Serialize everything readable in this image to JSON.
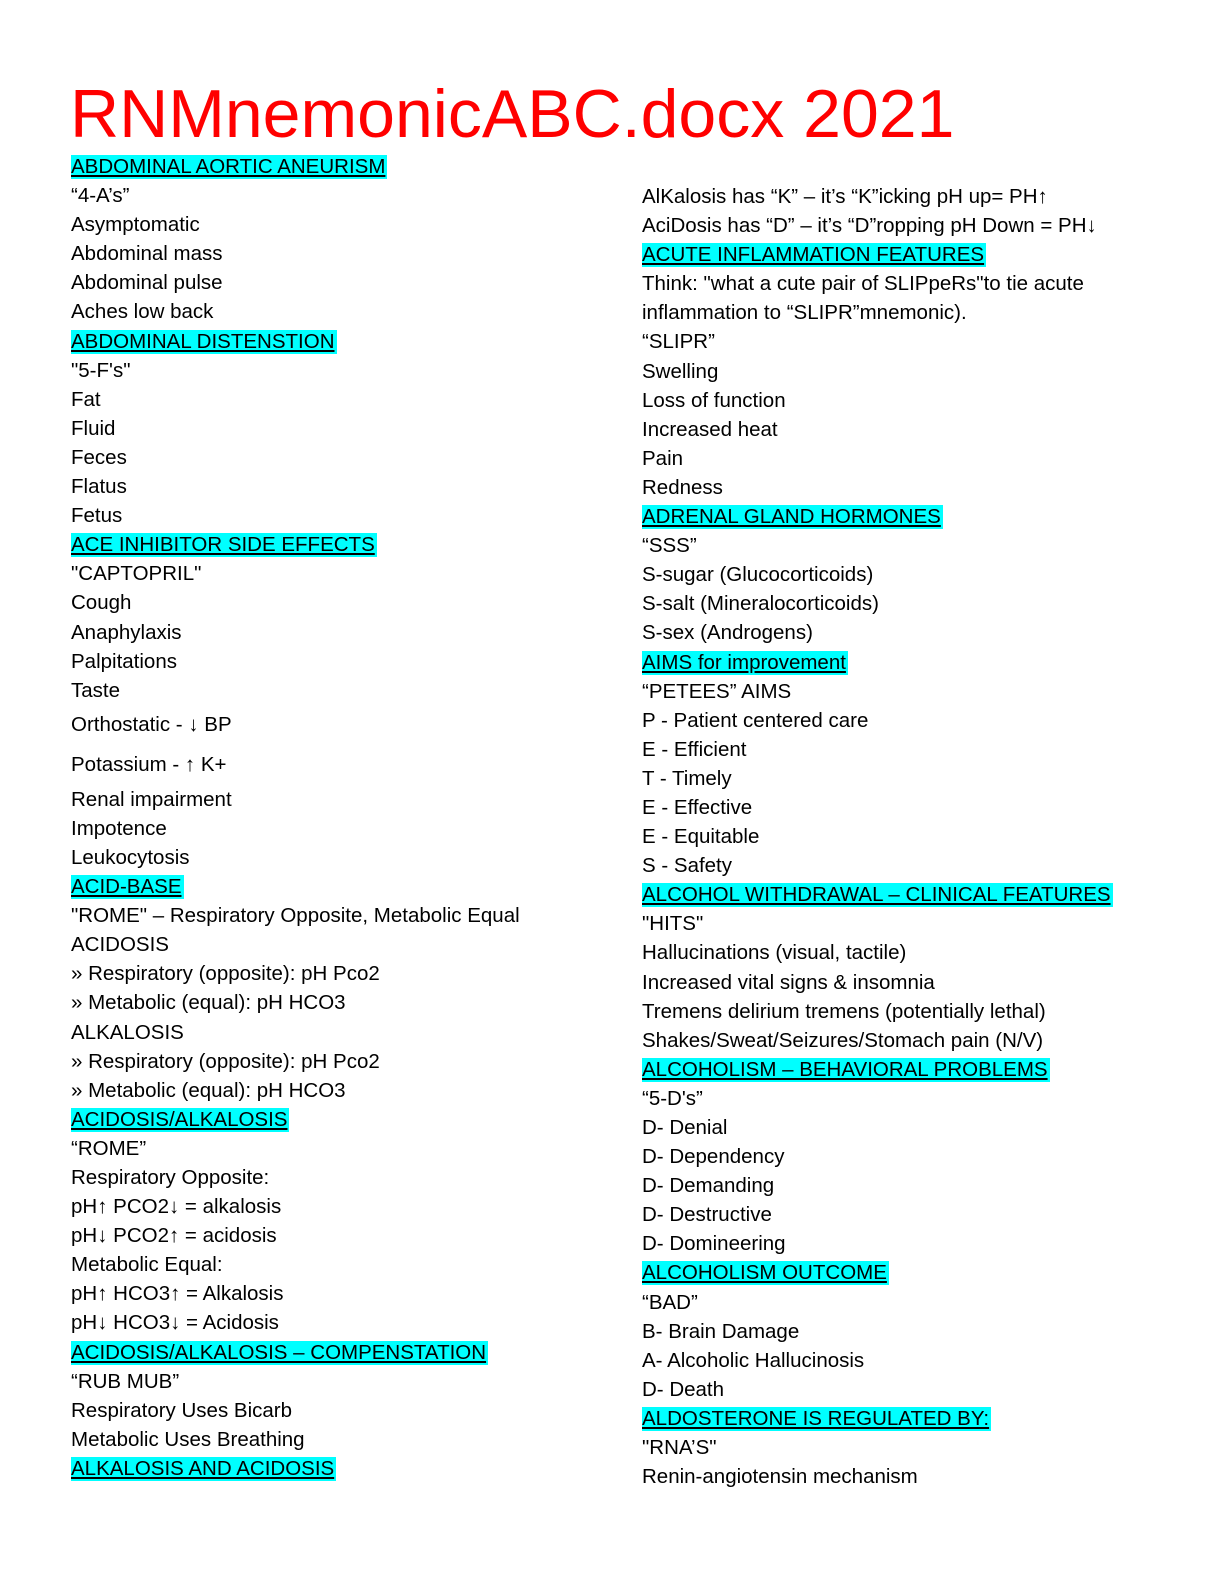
{
  "title": "RNMnemonicABC.docx 2021",
  "colors": {
    "title": "#ff0000",
    "heading_highlight": "#00ffff"
  },
  "left_column": [
    {
      "text": "ABDOMINAL AORTIC ANEURISM",
      "heading": true
    },
    {
      "text": "“4-A’s”"
    },
    {
      "text": "Asymptomatic"
    },
    {
      "text": "Abdominal mass"
    },
    {
      "text": "Abdominal pulse"
    },
    {
      "text": "Aches low back"
    },
    {
      "text": "ABDOMINAL DISTENSTION",
      "heading": true
    },
    {
      "text": "\"5-F's\""
    },
    {
      "text": "Fat"
    },
    {
      "text": "Fluid"
    },
    {
      "text": "Feces"
    },
    {
      "text": "Flatus"
    },
    {
      "text": "Fetus"
    },
    {
      "text": "ACE INHIBITOR SIDE EFFECTS",
      "heading": true
    },
    {
      "text": "\"CAPTOPRIL\""
    },
    {
      "text": "Cough"
    },
    {
      "text": "Anaphylaxis"
    },
    {
      "text": "Palpitations"
    },
    {
      "text": "Taste"
    },
    {
      "text": "Orthostatic - ↓ BP",
      "tall": true
    },
    {
      "text": "Potassium -  ↑ K+",
      "tall": true
    },
    {
      "text": "Renal impairment"
    },
    {
      "text": "Impotence"
    },
    {
      "text": "Leukocytosis"
    },
    {
      "text": "ACID-BASE",
      "heading": true
    },
    {
      "text": "\"ROME\" – Respiratory Opposite, Metabolic Equal"
    },
    {
      "text": "ACIDOSIS"
    },
    {
      "text": "» Respiratory (opposite): pH Pco2"
    },
    {
      "text": "» Metabolic (equal): pH HCO3"
    },
    {
      "text": "ALKALOSIS"
    },
    {
      "text": "» Respiratory (opposite): pH Pco2"
    },
    {
      "text": "» Metabolic (equal): pH HCO3"
    },
    {
      "text": "ACIDOSIS/ALKALOSIS",
      "heading": true
    },
    {
      "text": "“ROME”"
    },
    {
      "text": "Respiratory Opposite:"
    },
    {
      "text": "pH↑ PCO2↓ = alkalosis"
    },
    {
      "text": "pH↓ PCO2↑ = acidosis"
    },
    {
      "text": "Metabolic Equal:"
    },
    {
      "text": "pH↑ HCO3↑ = Alkalosis"
    },
    {
      "text": "pH↓ HCO3↓ = Acidosis"
    },
    {
      "text": "ACIDOSIS/ALKALOSIS – COMPENSTATION",
      "heading": true
    },
    {
      "text": "“RUB MUB”"
    },
    {
      "text": "Respiratory Uses Bicarb"
    },
    {
      "text": "Metabolic Uses Breathing"
    },
    {
      "text": "ALKALOSIS AND ACIDOSIS",
      "heading": true
    }
  ],
  "right_column": [
    {
      "text": "AlKalosis has “K” – it’s “K”icking pH up= PH↑"
    },
    {
      "text": "AciDosis has “D” – it’s “D”ropping pH Down = PH↓"
    },
    {
      "text": "ACUTE INFLAMMATION FEATURES",
      "heading": true
    },
    {
      "text": "Think: \"what a cute pair of SLIPpeRs\"to tie acute"
    },
    {
      "text": "inflammation to “SLIPR”mnemonic)."
    },
    {
      "text": "“SLIPR”"
    },
    {
      "text": "Swelling"
    },
    {
      "text": "Loss of function"
    },
    {
      "text": "Increased heat"
    },
    {
      "text": "Pain"
    },
    {
      "text": "Redness"
    },
    {
      "text": "ADRENAL GLAND HORMONES",
      "heading": true
    },
    {
      "text": "“SSS”"
    },
    {
      "text": "S-sugar (Glucocorticoids)"
    },
    {
      "text": "S-salt (Mineralocorticoids)"
    },
    {
      "text": "S-sex (Androgens)"
    },
    {
      "text": "AIMS for improvement",
      "heading": true
    },
    {
      "text": "“PETEES” AIMS"
    },
    {
      "text": "P - Patient centered care"
    },
    {
      "text": "E - Efficient"
    },
    {
      "text": "T - Timely"
    },
    {
      "text": "E - Effective"
    },
    {
      "text": "E - Equitable"
    },
    {
      "text": "S - Safety"
    },
    {
      "text": "ALCOHOL WITHDRAWAL – CLINICAL FEATURES",
      "heading": true
    },
    {
      "text": "\"HITS\""
    },
    {
      "text": "Hallucinations (visual, tactile)"
    },
    {
      "text": "Increased vital signs & insomnia"
    },
    {
      "text": "Tremens delirium tremens (potentially lethal)"
    },
    {
      "text": "Shakes/Sweat/Seizures/Stomach pain (N/V)"
    },
    {
      "text": "ALCOHOLISM – BEHAVIORAL PROBLEMS",
      "heading": true
    },
    {
      "text": "“5-D's”"
    },
    {
      "text": "D- Denial"
    },
    {
      "text": "D- Dependency"
    },
    {
      "text": "D- Demanding"
    },
    {
      "text": "D- Destructive"
    },
    {
      "text": "D- Domineering"
    },
    {
      "text": "ALCOHOLISM OUTCOME",
      "heading": true
    },
    {
      "text": "“BAD”"
    },
    {
      "text": "B- Brain Damage"
    },
    {
      "text": "A- Alcoholic Hallucinosis"
    },
    {
      "text": "D- Death"
    },
    {
      "text": "ALDOSTERONE IS REGULATED BY:",
      "heading": true
    },
    {
      "text": "\"RNA’S\""
    },
    {
      "text": "Renin-angiotensin mechanism"
    }
  ]
}
